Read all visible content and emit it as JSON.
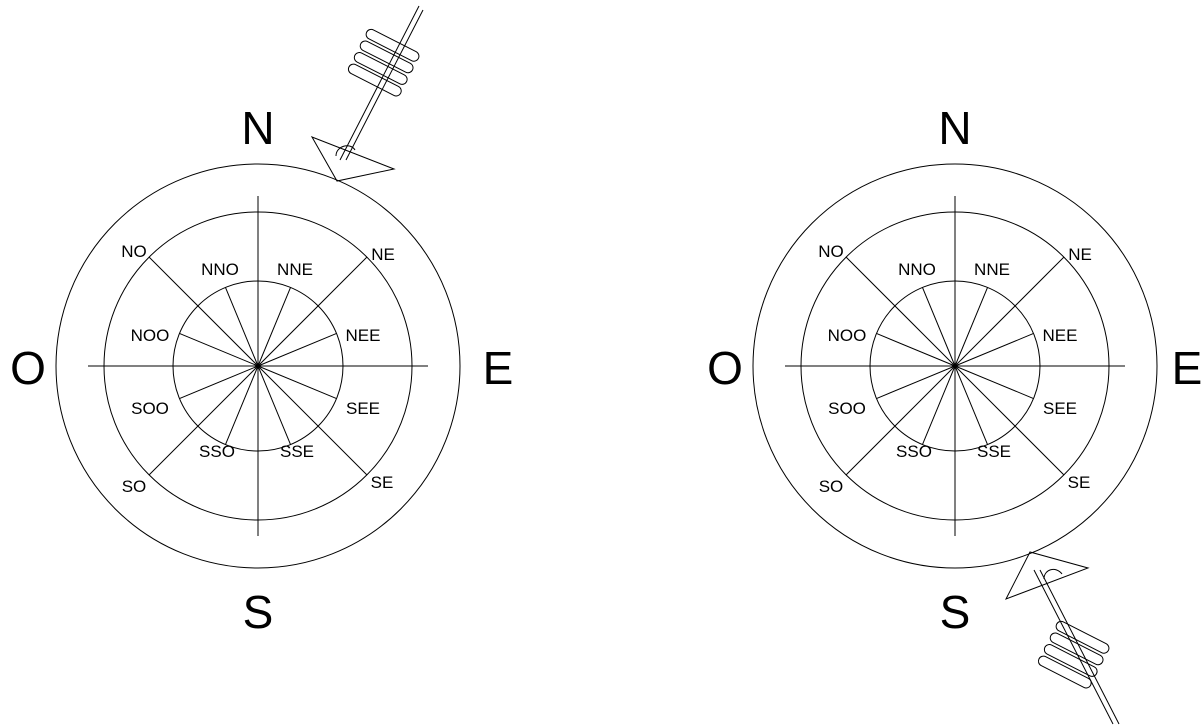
{
  "diagrams": [
    {
      "cardinals": {
        "north": "N",
        "east": "E",
        "south": "S",
        "west": "O"
      },
      "intercardinals": {
        "ne": "NE",
        "se": "SE",
        "sw": "SO",
        "nw": "NO"
      },
      "secondary": {
        "nne": "NNE",
        "nee": "NEE",
        "see": "SEE",
        "sse": "SSE",
        "sso": "SSO",
        "soo": "SOO",
        "noo": "NOO",
        "nno": "NNO"
      },
      "wind_indicator": "north-northeast"
    },
    {
      "cardinals": {
        "north": "N",
        "east": "E",
        "south": "S",
        "west": "O"
      },
      "intercardinals": {
        "ne": "NE",
        "se": "SE",
        "sw": "SO",
        "nw": "NO"
      },
      "secondary": {
        "nne": "NNE",
        "nee": "NEE",
        "see": "SEE",
        "sse": "SSE",
        "sso": "SSO",
        "soo": "SOO",
        "noo": "NOO",
        "nno": "NNO"
      },
      "wind_indicator": "south-southeast"
    }
  ]
}
